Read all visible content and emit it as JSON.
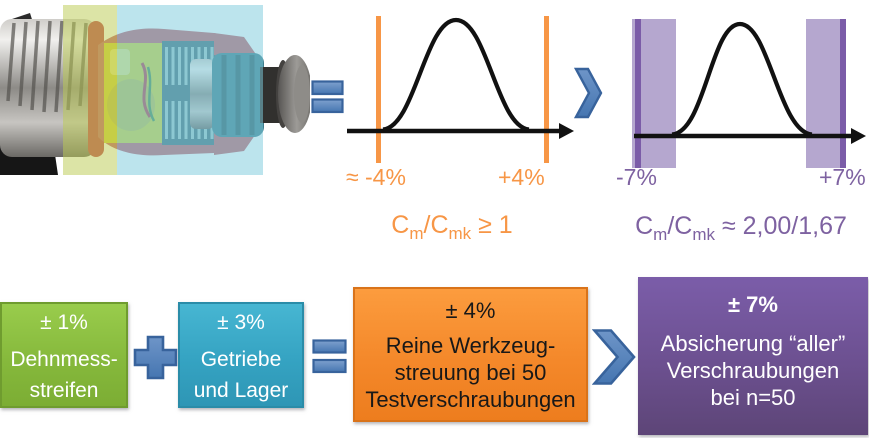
{
  "colors": {
    "orange_accent": "#F79646",
    "purple_accent": "#7E62A1",
    "purple_band_fill": "#B5A7CF",
    "purple_band_edge": "#7B5CA8",
    "blue_shape_fill": "#4F81BD",
    "blue_shape_edge": "#38639C",
    "green_box": "#86B93C",
    "teal_box": "#35A3C2",
    "orange_box": "#F4882A",
    "purple_box": "#6C5090"
  },
  "top": {
    "curve1": {
      "lower_label": "≈ -4%",
      "upper_label": "+4%",
      "caption": {
        "c1": "C",
        "s1": "m",
        "mid": "/C",
        "s2": "mk",
        "rest": " ≥ 1"
      }
    },
    "curve2": {
      "lower_label": "-7%",
      "upper_label": "+7%",
      "caption": {
        "c1": "C",
        "s1": "m",
        "mid": "/C",
        "s2": "mk",
        "rest": " ≈ 2,00/1,67"
      }
    }
  },
  "flow": {
    "green": {
      "value": "± 1%",
      "line1": "Dehnmess-",
      "line2": "streifen"
    },
    "teal": {
      "value": "± 3%",
      "line1": "Getriebe",
      "line2": "und Lager"
    },
    "orange": {
      "value": "± 4%",
      "line1": "Reine Werkzeug-",
      "line2": "streuung bei 50",
      "line3": "Testverschraubungen"
    },
    "purple": {
      "value": "± 7%",
      "line1": "Absicherung “aller”",
      "line2": "Verschraubungen",
      "line3": "bei n=50"
    }
  },
  "icons": {
    "equals_top": "=",
    "plus": "+",
    "equals_bottom": "=",
    "chevron_top": "›",
    "chevron_bottom": "›"
  }
}
